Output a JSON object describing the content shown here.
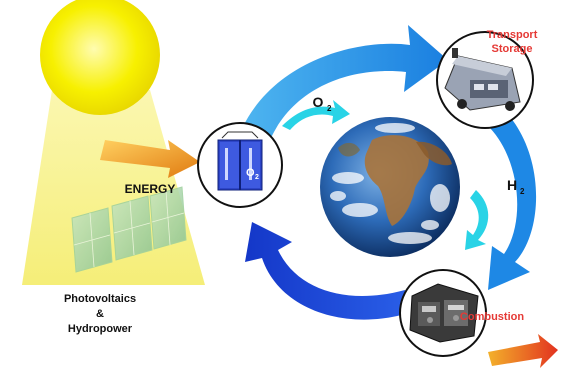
{
  "labels": {
    "energy": "ENERGY",
    "pv_line1": "Photovoltaics",
    "pv_line2": "&",
    "pv_line3": "Hydropower",
    "o2": "O",
    "o2_sub": "2",
    "h2": "H",
    "h2_sub": "2",
    "transport_line1": "Transport",
    "transport_line2": "Storage",
    "combustion": "Combustion",
    "cell_label": "O",
    "cell_sub": "2"
  },
  "colors": {
    "sun": "#f5f000",
    "beam": "#f7f29a",
    "cycle_arrow": "#1e88e5",
    "cycle_arrow_dark": "#1a3fd6",
    "accent_red": "#e53935",
    "cyan_arrow": "#29d3e6",
    "orange_arrow": "#f0a020"
  }
}
